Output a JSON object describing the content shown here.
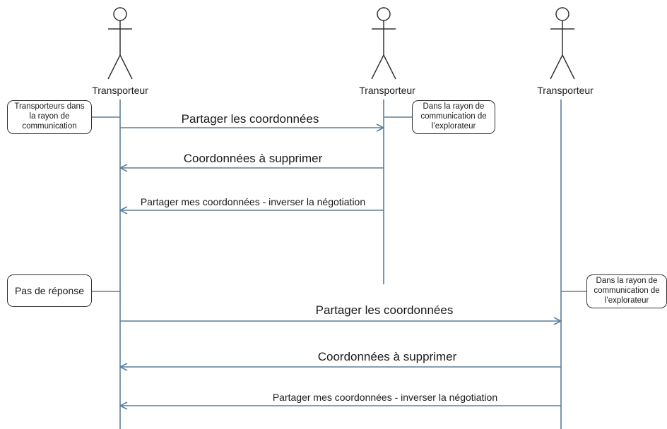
{
  "actors": [
    {
      "label": "Transporteur"
    },
    {
      "label": "Transporteur"
    },
    {
      "label": "Transporteur"
    }
  ],
  "notes": [
    {
      "text": "Transporteurs dans\nla rayon de\ncommunication"
    },
    {
      "text": "Dans la rayon de\ncommunication de\nl’explorateur"
    },
    {
      "text": "Pas de réponse"
    },
    {
      "text": "Dans la rayon de\ncommunication de\nl’explorateur"
    }
  ],
  "messages": [
    {
      "label": "Partager les coordonnées",
      "from": 0,
      "to": 1
    },
    {
      "label": "Coordonnées à supprimer",
      "from": 1,
      "to": 0
    },
    {
      "label": "Partager mes coordonnées - inverser la négotiation",
      "from": 1,
      "to": 0
    },
    {
      "label": "Partager les coordonnées",
      "from": 0,
      "to": 2
    },
    {
      "label": "Coordonnées à supprimer",
      "from": 2,
      "to": 0
    },
    {
      "label": "Partager mes coordonnées - inverser la négotiation",
      "from": 2,
      "to": 0
    }
  ],
  "colors": {
    "line": "#5b7f9a",
    "stroke": "#333333",
    "text": "#1a1a1a"
  }
}
